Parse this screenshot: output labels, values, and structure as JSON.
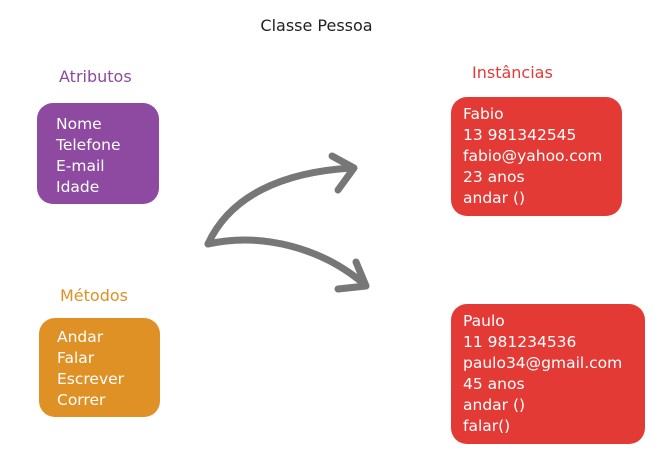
{
  "title": "Classe Pessoa",
  "colors": {
    "atributos": "#8e4aa0",
    "metodos": "#df9125",
    "instancias": "#e43a36",
    "arrow": "#777777",
    "title": "#222222"
  },
  "atributos": {
    "label": "Atributos",
    "items": [
      "Nome",
      "Telefone",
      "E-mail",
      "Idade"
    ]
  },
  "metodos": {
    "label": "Métodos",
    "items": [
      "Andar",
      "Falar",
      "Escrever",
      "Correr"
    ]
  },
  "instancias": {
    "label": "Instâncias",
    "fabio": [
      "Fabio",
      "13 981342545",
      "fabio@yahoo.com",
      "23 anos",
      "andar ()"
    ],
    "paulo": [
      "Paulo",
      "11 981234536",
      "paulo34@gmail.com",
      "45 anos",
      "andar ()",
      "falar()"
    ]
  }
}
